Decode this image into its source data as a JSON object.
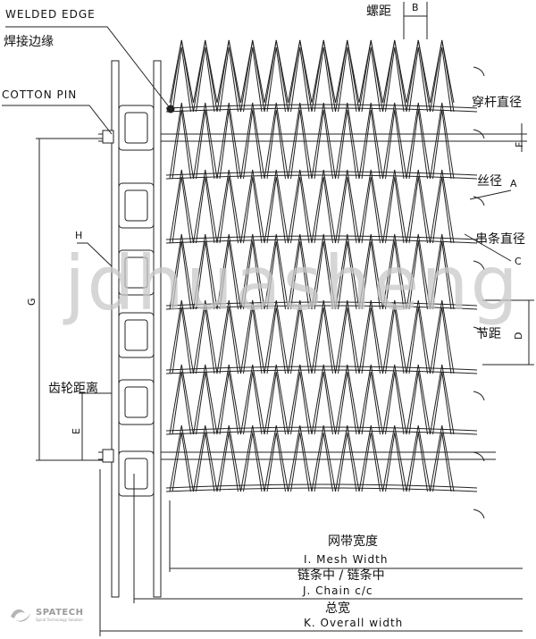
{
  "diagram": {
    "labels": {
      "welded_edge_en": "WELDED EDGE",
      "welded_edge_cn": "焊接边缘",
      "cotton_pin": "COTTON PIN",
      "spiral_pitch_cn": "螺距",
      "rod_diameter_cn": "穿杆直径",
      "wire_diameter_cn": "丝径",
      "connector_diameter_cn": "串条直径",
      "pitch_cn": "节距",
      "sprocket_spacing_cn": "齿轮距离",
      "mesh_width_cn": "网带宽度",
      "mesh_width_en": "I. Mesh Width",
      "chain_cc_cn": "链条中 / 链条中",
      "chain_cc_en": "J. Chain c/c",
      "overall_width_cn": "总宽",
      "overall_width_en": "K. Overall width"
    },
    "dimension_letters": {
      "a": "A",
      "b": "B",
      "c": "C",
      "d": "D",
      "e": "E",
      "f": "F",
      "g": "G",
      "h": "H"
    },
    "watermark": "jdhuasheng",
    "logo": {
      "name": "SPATECH",
      "tagline": "Spiral Technology Solution"
    }
  }
}
